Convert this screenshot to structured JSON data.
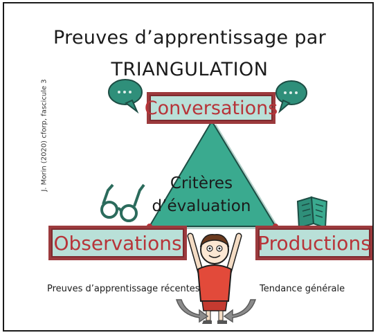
{
  "title": {
    "line1": "Preuves d’apprentissage par",
    "line2": "TRIANGULATION"
  },
  "side_credit": "J. Morin (2020) cforp, fascicule 3",
  "nodes": {
    "conversations": "Conversations",
    "observations": "Observations",
    "productions": "Productions"
  },
  "center": {
    "line1": "Critères",
    "line2": "d’évaluation"
  },
  "footer": {
    "left": "Preuves d’apprentissage récentes",
    "right": "Tendance générale"
  },
  "colors": {
    "triangle_fill": "#3aaa8f",
    "box_fill": "#b9e0d8",
    "box_border": "#9c3a3d",
    "box_text": "#b73439",
    "shirt": "#e24a3a"
  },
  "icons": [
    "speech-bubble-icon",
    "glasses-icon",
    "book-icon",
    "student-figure-icon",
    "arrow-icon"
  ]
}
